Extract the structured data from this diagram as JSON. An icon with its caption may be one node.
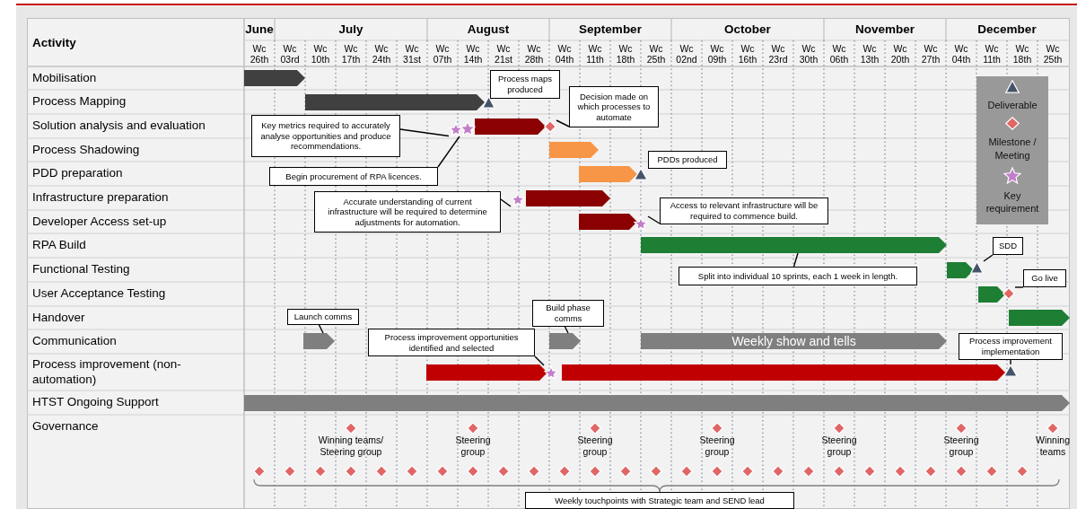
{
  "diagram": {
    "nodes": [
      {
        "text": [
          "Process maps produced"
        ]
      },
      {
        "text": [],
        "shape": "triangle"
      },
      {
        "text": [
          "Decision made on which processes to automate"
        ]
      },
      {
        "text": [],
        "shape": "diamond"
      },
      {
        "text": [
          "Key metrics required to accurately analyse opportunities and produce recommendations."
        ]
      },
      {
        "text": [],
        "shape": "star"
      },
      {
        "text": [],
        "shape": "star"
      },
      {
        "text": [
          "Begin procurement of RPA licences."
        ]
      },
      {
        "text": [
          "PDDs produced"
        ]
      },
      {
        "text": [],
        "shape": "triangle"
      },
      {
        "text": [
          "Accurate understanding of current infrastructure will be required to determine adjustments for automation."
        ]
      },
      {
        "text": [],
        "shape": "star"
      },
      {
        "text": [
          "Access to relevant infrastructure will be required to commence build."
        ]
      },
      {
        "text": [],
        "shape": "star"
      },
      {
        "text": [],
        "shape": "bar"
      },
      {
        "text": [
          "Split into individual 10 sprints, each 1 week in length."
        ]
      },
      {
        "text": [
          "SDD"
        ]
      },
      {
        "text": [],
        "shape": "triangle"
      },
      {
        "text": [
          "Go live"
        ]
      },
      {
        "text": [],
        "shape": "diamond"
      },
      {
        "text": [
          "Launch comms"
        ]
      },
      {
        "text": [],
        "shape": "bar"
      },
      {
        "text": [
          "Build phase comms"
        ]
      },
      {
        "text": [],
        "shape": "bar"
      },
      {
        "text": [
          "Weekly show and tells"
        ]
      },
      {
        "text": [
          "Process improvement opportunities identified and selected"
        ]
      },
      {
        "text": [],
        "shape": "star"
      },
      {
        "text": [
          "Process improvement implementation"
        ]
      },
      {
        "text": [],
        "shape": "triangle"
      },
      {
        "text": [
          "Weekly touchpoints with Strategic team and SEND lead"
        ]
      },
      {
        "text": [],
        "shape": "bar"
      },
      {
        "text": [],
        "shape": "bar"
      },
      {
        "text": [],
        "shape": "bar"
      },
      {
        "text": [],
        "shape": "bar"
      },
      {
        "text": [],
        "shape": "bar"
      },
      {
        "text": [],
        "shape": "bar"
      },
      {
        "text": [],
        "shape": "bar"
      },
      {
        "text": [],
        "shape": "bar"
      },
      {
        "text": [],
        "shape": "bar"
      },
      {
        "text": [],
        "shape": "bar"
      },
      {
        "text": [],
        "shape": "bar"
      },
      {
        "text": [],
        "shape": "bar"
      },
      {
        "text": [],
        "shape": "bar"
      },
      {
        "text": [],
        "shape": "diamond"
      },
      {
        "text": [],
        "shape": "diamond"
      },
      {
        "text": [],
        "shape": "diamond"
      },
      {
        "text": [],
        "shape": "diamond"
      },
      {
        "text": [],
        "shape": "diamond"
      },
      {
        "text": [],
        "shape": "diamond"
      },
      {
        "text": [],
        "shape": "diamond"
      },
      {
        "text": [],
        "shape": "diamond"
      },
      {
        "text": [],
        "shape": "diamond"
      },
      {
        "text": [],
        "shape": "diamond"
      },
      {
        "text": [],
        "shape": "diamond"
      },
      {
        "text": [],
        "shape": "diamond"
      },
      {
        "text": [],
        "shape": "diamond"
      },
      {
        "text": [],
        "shape": "diamond"
      },
      {
        "text": [],
        "shape": "diamond"
      },
      {
        "text": [],
        "shape": "diamond"
      },
      {
        "text": [],
        "shape": "diamond"
      },
      {
        "text": [],
        "shape": "diamond"
      },
      {
        "text": [],
        "shape": "diamond"
      },
      {
        "text": [],
        "shape": "diamond"
      },
      {
        "text": [],
        "shape": "diamond"
      },
      {
        "text": [],
        "shape": "diamond"
      },
      {
        "text": [],
        "shape": "diamond"
      },
      {
        "text": [],
        "shape": "diamond"
      },
      {
        "text": [],
        "shape": "diamond"
      },
      {
        "text": [],
        "shape": "diamond"
      },
      {
        "text": [],
        "shape": "diamond"
      },
      {
        "text": [],
        "shape": "diamond"
      },
      {
        "text": [],
        "shape": "diamond"
      },
      {
        "text": [],
        "shape": "diamond"
      },
      {
        "text": [],
        "shape": "diamond"
      },
      {
        "text": [],
        "shape": "diamond"
      },
      {
        "text": [],
        "shape": "diamond"
      }
    ],
    "edges": [
      {
        "from": 0,
        "to": 1,
        "arrow": "none"
      },
      {
        "from": 2,
        "to": 3,
        "arrow": "none"
      },
      {
        "from": 4,
        "to": 5,
        "arrow": "none"
      },
      {
        "from": 7,
        "to": 6,
        "arrow": "none"
      },
      {
        "from": 10,
        "to": 11,
        "arrow": "none"
      },
      {
        "from": 12,
        "to": 13,
        "arrow": "none"
      },
      {
        "from": 15,
        "to": 14,
        "arrow": "none"
      },
      {
        "from": 16,
        "to": 17,
        "arrow": "none"
      },
      {
        "from": 18,
        "to": 19,
        "arrow": "none"
      },
      {
        "from": 20,
        "to": 21,
        "arrow": "none"
      },
      {
        "from": 22,
        "to": 23,
        "arrow": "none"
      },
      {
        "from": 25,
        "to": 26,
        "arrow": "none"
      },
      {
        "from": 27,
        "to": 28,
        "arrow": "none"
      }
    ],
    "labels": [
      "Activity",
      "June",
      "July",
      "August",
      "September",
      "October",
      "November",
      "December",
      "Wc 26th",
      "Wc 03rd",
      "Wc 10th",
      "Wc 17th",
      "Wc 24th",
      "Wc 31st",
      "Wc 07th",
      "Wc 14th",
      "Wc 21st",
      "Wc 28th",
      "Wc 04th",
      "Wc 11th",
      "Wc 18th",
      "Wc 25th",
      "Wc 02nd",
      "Wc 09th",
      "Wc 16th",
      "Wc 23rd",
      "Wc 30th",
      "Wc 06th",
      "Wc 13th",
      "Wc 20th",
      "Wc 27th",
      "Wc 04th",
      "Wc 11th",
      "Wc 18th",
      "Wc 25th",
      "Mobilisation",
      "Process Mapping",
      "Solution analysis and evaluation",
      "Process Shadowing",
      "PDD preparation",
      "Infrastructure preparation",
      "Developer Access set-up",
      "RPA Build",
      "Functional Testing",
      "User Acceptance Testing",
      "Handover",
      "Communication",
      "Process improvement (non-automation)",
      "HTST Ongoing Support",
      "Governance",
      "Winning teams/ Steering group",
      "Steering group",
      "Steering group",
      "Steering group",
      "Steering group",
      "Steering group",
      "Winning teams"
    ],
    "legend": [
      {
        "text": "Deliverable"
      },
      {
        "text": "Milestone / Meeting"
      },
      {
        "text": "Key requirement"
      }
    ]
  }
}
